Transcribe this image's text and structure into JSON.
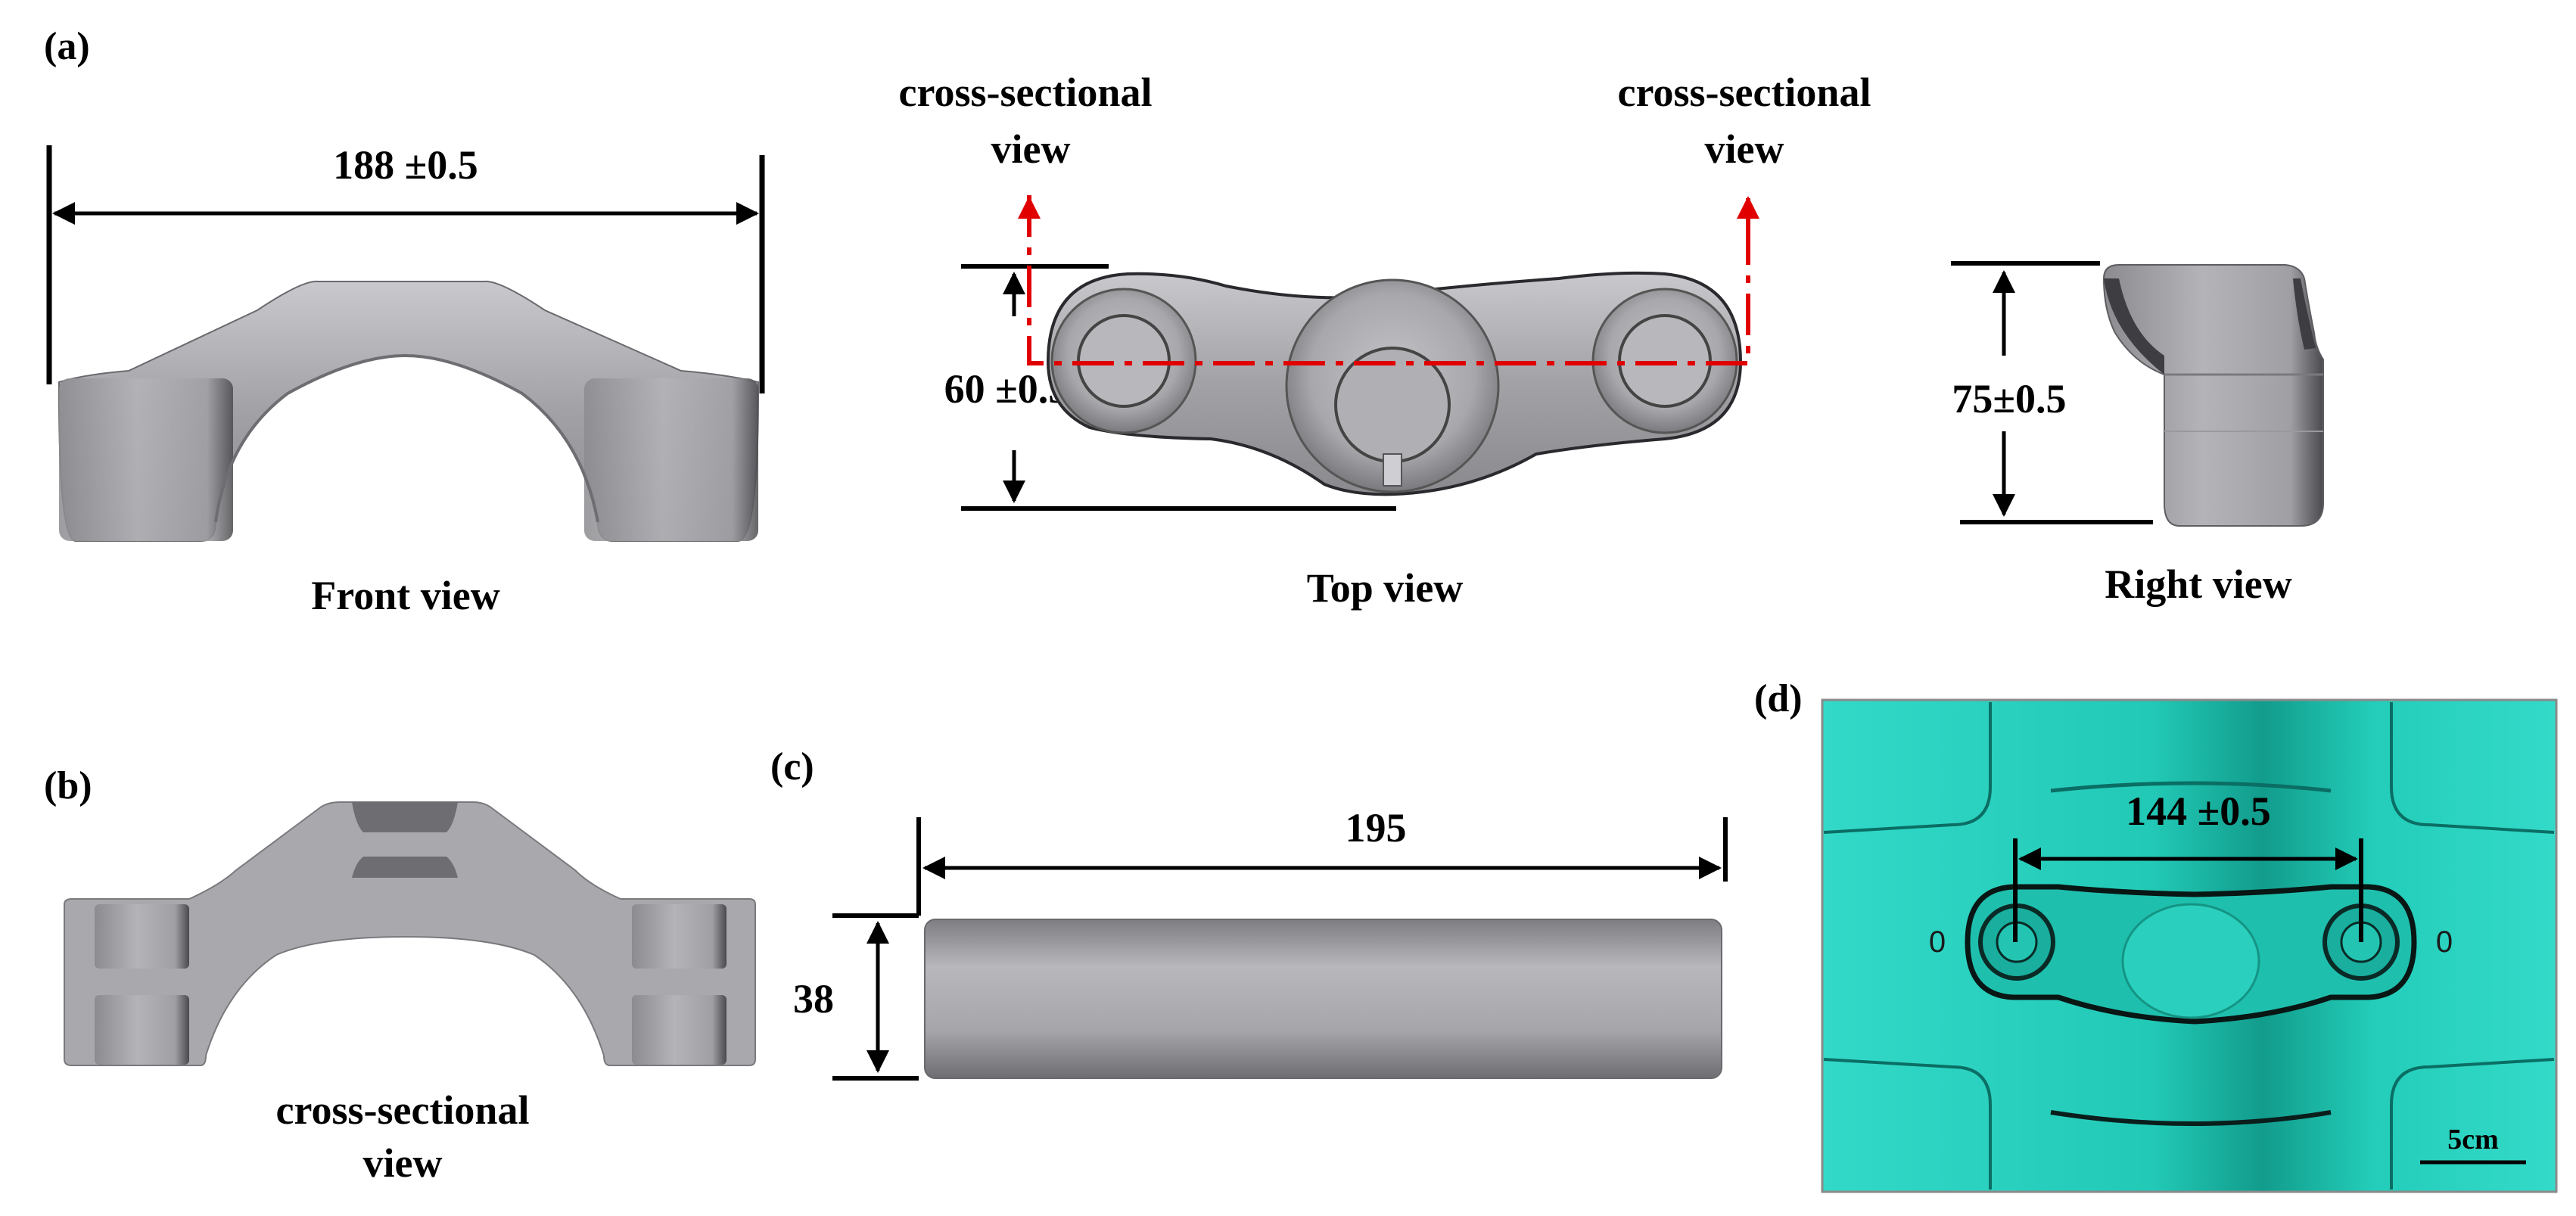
{
  "panels": {
    "a": "(a)",
    "b": "(b)",
    "c": "(c)",
    "d": "(d)"
  },
  "front_view": {
    "caption": "Front view",
    "width_dim": "188 ±0.5"
  },
  "top_view": {
    "caption": "Top view",
    "height_dim": "60 ±0.5",
    "section_left_line1": "cross-sectional",
    "section_left_line2": "view",
    "section_right_line1": "cross-sectional",
    "section_right_line2": "view"
  },
  "right_view": {
    "caption": "Right view",
    "height_dim": "75±0.5"
  },
  "section_b": {
    "caption_line1": "cross-sectional",
    "caption_line2": "view"
  },
  "billet_c": {
    "length_dim": "195",
    "diameter_dim": "38"
  },
  "die_d": {
    "span_dim": "144 ±0.5",
    "scale_label": "5cm",
    "left_mark": "0",
    "right_mark": "0"
  },
  "colors": {
    "part_gray": "#9a9a9e",
    "section_arrow": "#e00000",
    "die_cyan": "#2ad6c4"
  }
}
